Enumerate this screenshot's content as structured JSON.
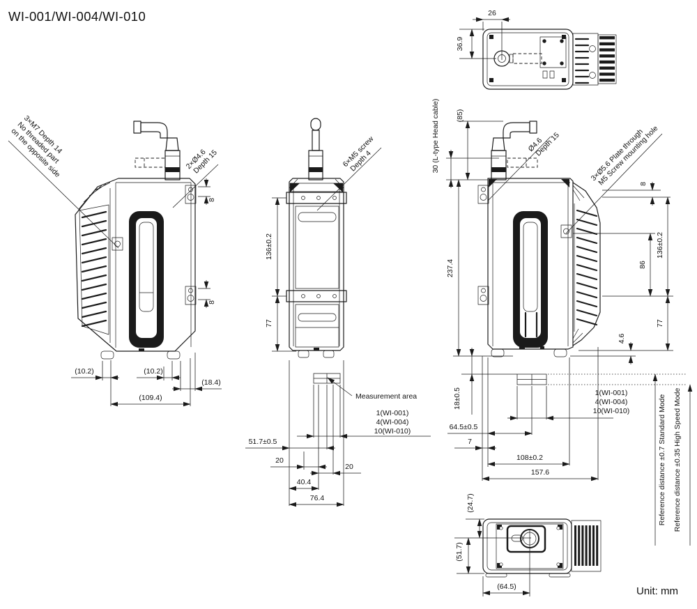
{
  "title": "WI-001/WI-004/WI-010",
  "unit_note": "Unit: mm",
  "top_view": {
    "dim_width": "26",
    "dim_height": "36.9"
  },
  "front_view": {
    "thread_label_line1": "3×M7 Depth 14",
    "thread_label_line2": "No threaded part",
    "thread_label_line3": "on the opposite side",
    "hole_label_line1": "2×Ø4.6",
    "hole_label_line2": "Depth 15",
    "dim_hole_offset_top": "8",
    "dim_hole_offset_bottom": "8",
    "dim_foot_left": "(10.2)",
    "dim_foot_right": "(10.2)",
    "dim_side": "(18.4)",
    "dim_width": "(109.4)"
  },
  "side_view": {
    "screw_label_line1": "6×M5 screw",
    "screw_label_line2": "Depth 4",
    "dim_rail_span": "136±0.2",
    "dim_rail_bottom": "77",
    "measurement_area_label": "Measurement area",
    "range_line1": "1(WI-001)",
    "range_line2": "4(WI-004)",
    "range_line3": "10(WI-010)",
    "dim_meas_center": "51.7±0.5",
    "dim_20_left": "20",
    "dim_20_right": "20",
    "dim_40_4": "40.4",
    "dim_width": "76.4"
  },
  "back_view": {
    "cable_label": "30 (L-type Head cable)",
    "dim_cable_height": "(85)",
    "hole_label_line1": "Ø4.6",
    "hole_label_line2": "Depth 15",
    "plate_label_line1": "3×Ø5.6 Plate through",
    "plate_label_line2": "M5  Screw mounting hole",
    "dim_height": "237.4",
    "dim_8": "8",
    "dim_rail_span": "136±0.2",
    "dim_86": "86",
    "dim_77": "77",
    "dim_4_6": "4.6",
    "dim_18": "18±0.5",
    "dim_64_5": "64.5±0.5",
    "dim_7": "7",
    "dim_108": "108±0.2",
    "dim_157_6": "157.6",
    "range_line1": "1(WI-001)",
    "range_line2": "4(WI-004)",
    "range_line3": "10(WI-010)",
    "ref_standard": "Reference distance ±0.7  Standard Mode",
    "ref_high": "Reference distance ±0.35  High Speed Mode"
  },
  "bottom_view": {
    "dim_24_7": "(24.7)",
    "dim_51_7": "(51.7)",
    "dim_64_5": "(64.5)"
  }
}
